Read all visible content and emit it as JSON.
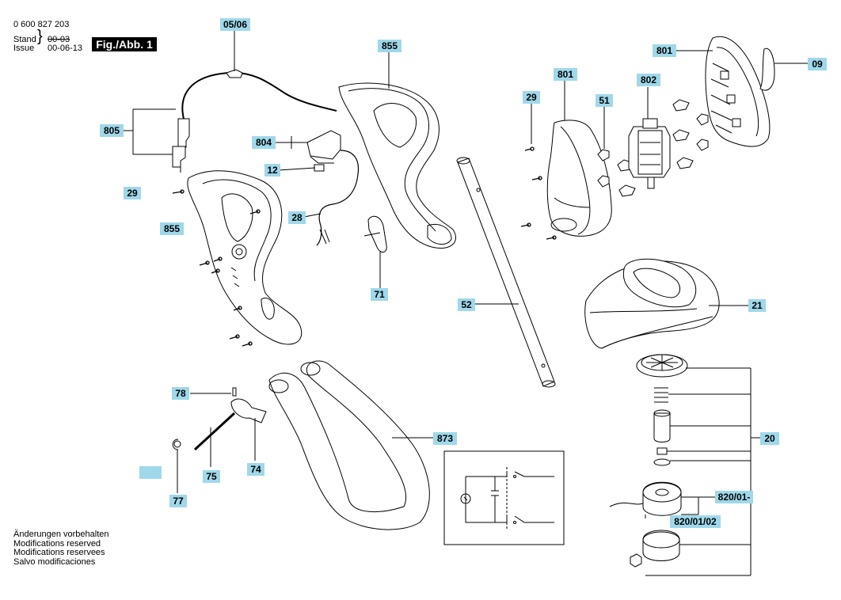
{
  "header": {
    "part_number": "0 600 827 203",
    "stand_label": "Stand",
    "issue_label": "Issue",
    "old_date": "00-03",
    "new_date": "00-06-13",
    "figure_label": "Fig./Abb. 1"
  },
  "callouts": {
    "c0506": "05/06",
    "c855a": "855",
    "c805": "805",
    "c804": "804",
    "c12": "12",
    "c29a": "29",
    "c855b": "855",
    "c28": "28",
    "c71": "71",
    "c29b": "29",
    "c801a": "801",
    "c51": "51",
    "c802": "802",
    "c801b": "801",
    "c09": "09",
    "c52": "52",
    "c21": "21",
    "c20": "20",
    "c78": "78",
    "c75": "75",
    "c74": "74",
    "c77": "77",
    "c873": "873",
    "c820_01": "820/01-",
    "c820_01_02": "820/01/02",
    "c_blank": ""
  },
  "notes": [
    "Änderungen vorbehalten",
    "Modifications reserved",
    "Modifications reservees",
    "Salvo modificaciones"
  ]
}
